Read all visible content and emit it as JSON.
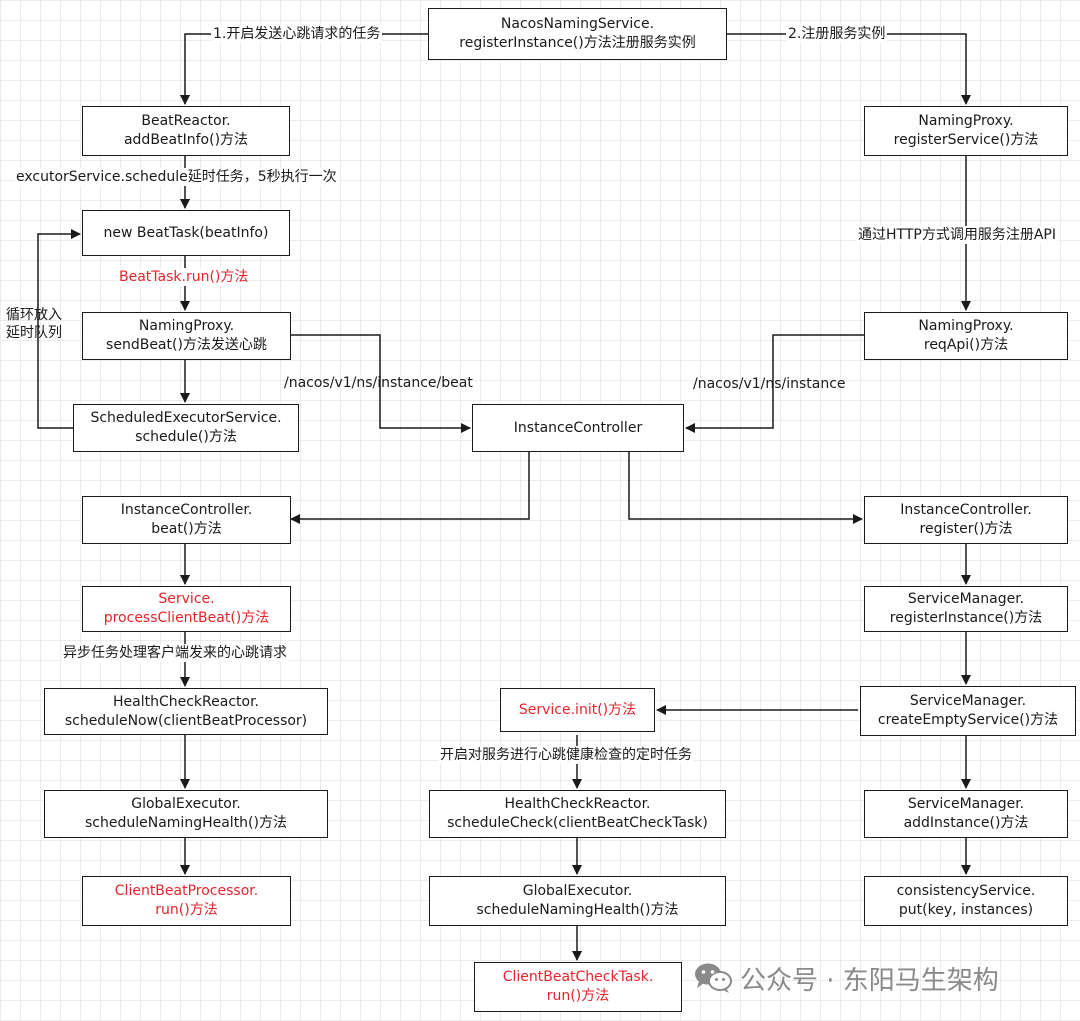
{
  "nodes": {
    "naming_service": [
      "NacosNamingService.",
      "registerInstance()方法注册服务实例"
    ],
    "beat_reactor": [
      "BeatReactor.",
      "addBeatInfo()方法"
    ],
    "proxy_register": [
      "NamingProxy.",
      "registerService()方法"
    ],
    "beat_task": [
      "new BeatTask(beatInfo)"
    ],
    "proxy_send_beat": [
      "NamingProxy.",
      "sendBeat()方法发送心跳"
    ],
    "proxy_req_api": [
      "NamingProxy.",
      "reqApi()方法"
    ],
    "scheduled_executor": [
      "ScheduledExecutorService.",
      "schedule()方法"
    ],
    "instance_controller": [
      "InstanceController"
    ],
    "controller_beat": [
      "InstanceController.",
      "beat()方法"
    ],
    "controller_register": [
      "InstanceController.",
      "register()方法"
    ],
    "service_process_beat": [
      "Service.",
      "processClientBeat()方法"
    ],
    "manager_register": [
      "ServiceManager.",
      "registerInstance()方法"
    ],
    "service_init": [
      "Service.init()方法"
    ],
    "manager_create_empty": [
      "ServiceManager.",
      "createEmptyService()方法"
    ],
    "hc_schedule_now": [
      "HealthCheckReactor.",
      "scheduleNow(clientBeatProcessor)"
    ],
    "hc_schedule_check": [
      "HealthCheckReactor.",
      "scheduleCheck(clientBeatCheckTask)"
    ],
    "manager_add_instance": [
      "ServiceManager.",
      "addInstance()方法"
    ],
    "global_exec_left": [
      "GlobalExecutor.",
      "scheduleNamingHealth()方法"
    ],
    "global_exec_mid": [
      "GlobalExecutor.",
      "scheduleNamingHealth()方法"
    ],
    "consistency_put": [
      "consistencyService.",
      "put(key, instances)"
    ],
    "client_beat_processor": [
      "ClientBeatProcessor.",
      "run()方法"
    ],
    "client_beat_check_task": [
      "ClientBeatCheckTask.",
      "run()方法"
    ]
  },
  "labels": {
    "start_beat_task": "1.开启发送心跳请求的任务",
    "register_instance": "2.注册服务实例",
    "schedule_delay": "excutorService.schedule延时任务，5秒执行一次",
    "beat_task_run": "BeatTask.run()方法",
    "loop_queue": [
      "循环放入",
      "延时队列"
    ],
    "http_register_api": "通过HTTP方式调用服务注册API",
    "beat_path": "/nacos/v1/ns/instance/beat",
    "instance_path": "/nacos/v1/ns/instance",
    "async_beat": "异步任务处理客户端发来的心跳请求",
    "health_timer": "开启对服务进行心跳健康检查的定时任务"
  },
  "colors": {
    "stroke": "#1a1a1a",
    "highlight": "#e8242b",
    "grid": "#ececec",
    "watermark": "#8a8a8a"
  },
  "watermark": {
    "icon": "wechat-icon",
    "text": "公众号 · 东阳马生架构"
  }
}
